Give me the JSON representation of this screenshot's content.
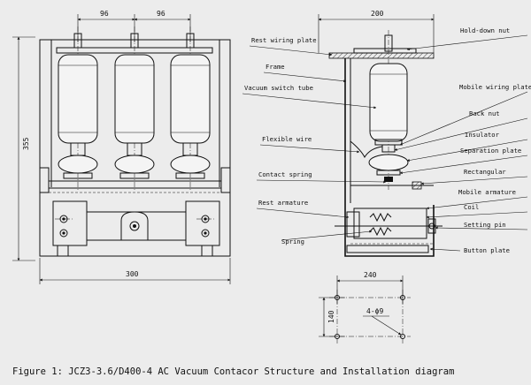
{
  "front_view": {
    "dim_pitch_left": "96",
    "dim_pitch_right": "96",
    "dim_height": "355",
    "dim_width": "300"
  },
  "side_view": {
    "dim_width": "200",
    "labels": {
      "rest_wiring_plate": "Rest wiring plate",
      "frame": "Frame",
      "vacuum_switch_tube": "Vacuum switch tube",
      "flexible_wire": "Flexible wire",
      "contact_spring": "Contact spring",
      "rest_armature": "Rest armature",
      "spring": "Spring",
      "hold_down_nut": "Hold-down nut",
      "mobile_wiring_plate": "Mobile wiring plate",
      "back_nut": "Back nut",
      "insulator": "Insulator",
      "separation_plate": "Separation plate",
      "rectangular": "Rectangular",
      "mobile_armature": "Mobile armature",
      "coil": "Coil",
      "setting_pin": "Setting pin",
      "button_plate": "Button plate"
    }
  },
  "installation": {
    "dim_width": "240",
    "dim_height": "140",
    "hole_spec": "4-ϕ9"
  },
  "caption": "Figure 1: JCZ3-3.6/D400-4 AC Vacuum Contacor Structure and Installation diagram"
}
